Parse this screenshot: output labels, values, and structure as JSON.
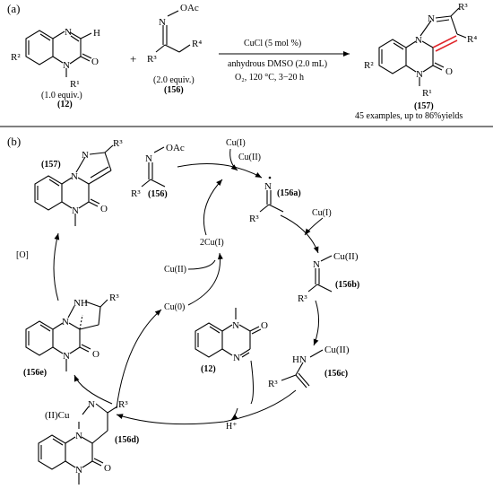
{
  "panel_a": {
    "label": "(a)",
    "substrate": {
      "r2": "R²",
      "r1": "R¹",
      "n_top": "N",
      "n_bottom": "N",
      "h": "H",
      "o": "O",
      "amount": "(1.0 equiv.)",
      "id": "(12)"
    },
    "plus": "+",
    "oxime": {
      "oac": "OAc",
      "n": "N",
      "r3": "R³",
      "r4": "R⁴",
      "amount": "(2.0 equiv.)",
      "id": "(156)"
    },
    "conditions": {
      "catalyst": "CuCl (5 mol %)",
      "solvent": "anhydrous DMSO (2.0 mL)",
      "conditions": "O₂, 120 °C, 3−20 h"
    },
    "product": {
      "r2": "R²",
      "r3": "R³",
      "r4": "R⁴",
      "r1": "R¹",
      "n1": "N",
      "n2": "N",
      "n3": "N",
      "o": "O",
      "id": "(157)",
      "scope": "45 examples, up to 86%yields"
    }
  },
  "panel_b": {
    "label": "(b)",
    "compounds": {
      "c157": {
        "id": "(157)",
        "r3": "R³",
        "n1": "N",
        "n2": "N",
        "n3": "N",
        "o": "O"
      },
      "c156": {
        "id": "(156)",
        "oac": "OAc",
        "n": "N",
        "r3": "R³"
      },
      "c156a": {
        "id": "(156a)",
        "n": "N",
        "r3": "R³"
      },
      "c156b": {
        "id": "(156b)",
        "n": "N",
        "cu": "Cu(II)",
        "r3": "R³"
      },
      "c156c": {
        "id": "(156c)",
        "hn": "HN",
        "cu": "Cu(II)",
        "r3": "R³"
      },
      "c12": {
        "id": "(12)",
        "n1": "N",
        "n2": "N",
        "o": "O"
      },
      "c156d": {
        "id": "(156d)",
        "cu": "(II)Cu",
        "n1": "N",
        "n2": "N",
        "n3": "N",
        "r3": "R³",
        "o": "O"
      },
      "c156e": {
        "id": "(156e)",
        "nh": "NH",
        "n1": "N",
        "n2": "N",
        "r3": "R³",
        "o": "O"
      }
    },
    "reagents": {
      "cu1_top": "Cu(I)",
      "cu2_top": "Cu(II)",
      "cu1_right": "Cu(I)",
      "two_cu1": "2Cu(I)",
      "cu2_mid": "Cu(II)",
      "cu0": "Cu(0)",
      "oxidant": "[O]",
      "proton": "H⁺"
    }
  }
}
